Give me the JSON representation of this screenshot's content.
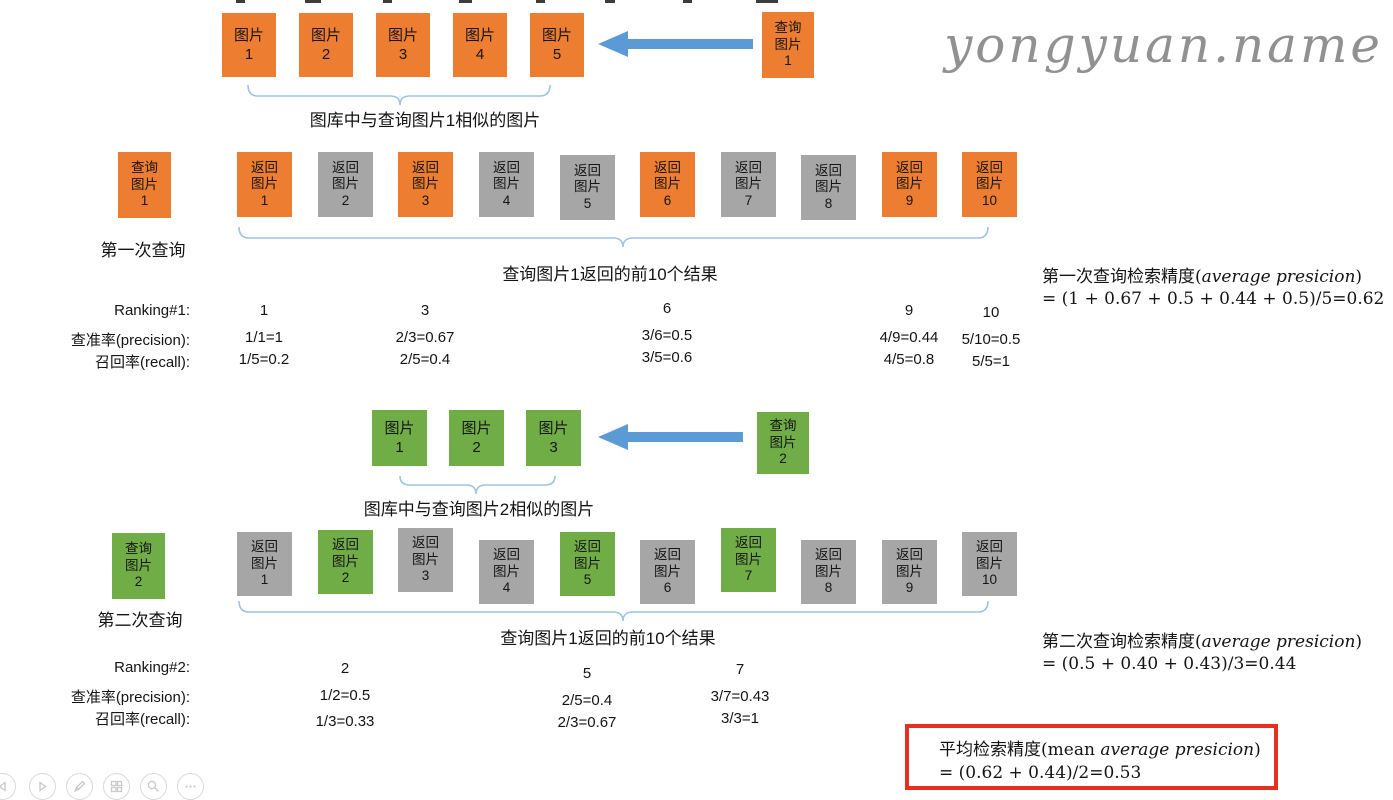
{
  "watermark": "yongyuan.name",
  "colors": {
    "orange": "#ED7D31",
    "green": "#70AD47",
    "gray": "#A6A6A6",
    "arrow_blue": "#5B9BD5",
    "brace_blue": "#9DC3E6",
    "red_border": "#E5301F"
  },
  "query1": {
    "gallery": {
      "boxes": [
        {
          "label": "图片\n1"
        },
        {
          "label": "图片\n2"
        },
        {
          "label": "图片\n3"
        },
        {
          "label": "图片\n4"
        },
        {
          "label": "图片\n5"
        }
      ],
      "query_box": "查询\n图片\n1",
      "brace_label": "图库中与查询图片1相似的图片"
    },
    "row_query_box": "查询\n图片\n1",
    "row_label": "第一次查询",
    "returns": [
      {
        "label": "返回\n图片\n1",
        "relevant": true
      },
      {
        "label": "返回\n图片\n2",
        "relevant": false
      },
      {
        "label": "返回\n图片\n3",
        "relevant": true
      },
      {
        "label": "返回\n图片\n4",
        "relevant": false
      },
      {
        "label": "返回\n图片\n5",
        "relevant": false
      },
      {
        "label": "返回\n图片\n6",
        "relevant": true
      },
      {
        "label": "返回\n图片\n7",
        "relevant": false
      },
      {
        "label": "返回\n图片\n8",
        "relevant": false
      },
      {
        "label": "返回\n图片\n9",
        "relevant": true
      },
      {
        "label": "返回\n图片\n10",
        "relevant": true
      }
    ],
    "returns_brace_label": "查询图片1返回的前10个结果",
    "table": {
      "row_labels": {
        "ranking": "Ranking#1:",
        "precision": "查准率(precision):",
        "recall": "召回率(recall):"
      },
      "cols": [
        {
          "rank": "1",
          "precision": "1/1=1",
          "recall": "1/5=0.2"
        },
        {
          "rank": "3",
          "precision": "2/3=0.67",
          "recall": "2/5=0.4"
        },
        {
          "rank": "6",
          "precision": "3/6=0.5",
          "recall": "3/5=0.6"
        },
        {
          "rank": "9",
          "precision": "4/9=0.44",
          "recall": "4/5=0.8"
        },
        {
          "rank": "10",
          "precision": "5/10=0.5",
          "recall": "5/5=1"
        }
      ]
    },
    "ap": {
      "cn": "第一次查询检索精度",
      "open": "(",
      "italic": "average presicion",
      "close": ")",
      "line2": "= (1 + 0.67 + 0.5 + 0.44 + 0.5)/5=0.62"
    }
  },
  "query2": {
    "gallery": {
      "boxes": [
        {
          "label": "图片\n1"
        },
        {
          "label": "图片\n2"
        },
        {
          "label": "图片\n3"
        }
      ],
      "query_box": "查询\n图片\n2",
      "brace_label": "图库中与查询图片2相似的图片"
    },
    "row_query_box": "查询\n图片\n2",
    "row_label": "第二次查询",
    "returns": [
      {
        "label": "返回\n图片\n1",
        "relevant": false
      },
      {
        "label": "返回\n图片\n2",
        "relevant": true
      },
      {
        "label": "返回\n图片\n3",
        "relevant": false
      },
      {
        "label": "返回\n图片\n4",
        "relevant": false
      },
      {
        "label": "返回\n图片\n5",
        "relevant": true
      },
      {
        "label": "返回\n图片\n6",
        "relevant": false
      },
      {
        "label": "返回\n图片\n7",
        "relevant": true
      },
      {
        "label": "返回\n图片\n8",
        "relevant": false
      },
      {
        "label": "返回\n图片\n9",
        "relevant": false
      },
      {
        "label": "返回\n图片\n10",
        "relevant": false
      }
    ],
    "returns_brace_label": "查询图片1返回的前10个结果",
    "table": {
      "row_labels": {
        "ranking": "Ranking#2:",
        "precision": "查准率(precision):",
        "recall": "召回率(recall):"
      },
      "cols": [
        {
          "rank": "2",
          "precision": "1/2=0.5",
          "recall": "1/3=0.33"
        },
        {
          "rank": "5",
          "precision": "2/5=0.4",
          "recall": "2/3=0.67"
        },
        {
          "rank": "7",
          "precision": "3/7=0.43",
          "recall": "3/3=1"
        }
      ]
    },
    "ap": {
      "cn": "第二次查询检索精度",
      "open": "(",
      "italic": "average presicion",
      "close": ")",
      "line2": "= (0.5 + 0.40 + 0.43)/3=0.44"
    }
  },
  "map_box": {
    "cn": "平均检索精度",
    "open": "(mean ",
    "italic": "average presicion",
    "close": ")",
    "line2": "= (0.62 + 0.44)/2=0.53"
  },
  "toolbar": {
    "buttons": [
      {
        "name": "previous-slide"
      },
      {
        "name": "next-slide"
      },
      {
        "name": "pen-tools"
      },
      {
        "name": "see-all-slides"
      },
      {
        "name": "zoom-slide"
      },
      {
        "name": "more-options"
      }
    ]
  }
}
